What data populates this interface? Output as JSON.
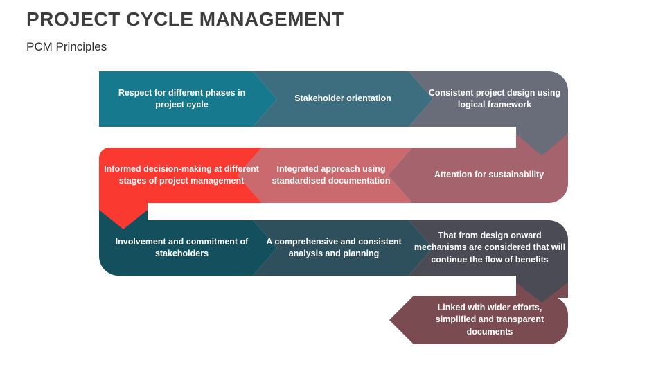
{
  "slide": {
    "title": "PROJECT CYCLE MANAGEMENT",
    "subtitle": "PCM Principles"
  },
  "colors": {
    "teal": "#17798e",
    "slate": "#3d6e80",
    "gray": "#696c79",
    "red": "#fa3a31",
    "salmon": "#cb6a6e",
    "mauve": "#a4636d",
    "teal_dark": "#134f5d",
    "slate_dark": "#2d505c",
    "gray_dark": "#4b4b56",
    "mauve_dark": "#7b4b52",
    "title_text": "#3d3d3d",
    "label_text": "#ffffff"
  },
  "diagram": {
    "rows": [
      {
        "direction": "right",
        "segments": [
          {
            "label": "Respect for different phases in project cycle",
            "color": "#17798e"
          },
          {
            "label": "Stakeholder orientation",
            "color": "#3d6e80"
          },
          {
            "label": "Consistent project design using logical framework",
            "color": "#696c79"
          }
        ]
      },
      {
        "direction": "left",
        "segments": [
          {
            "label": "Informed decision-making at different stages of project management",
            "color": "#fa3a31"
          },
          {
            "label": "Integrated approach using standardised documentation",
            "color": "#cb6a6e"
          },
          {
            "label": "Attention for sustainability",
            "color": "#a4636d"
          }
        ]
      },
      {
        "direction": "right",
        "segments": [
          {
            "label": "Involvement and commitment of stakeholders",
            "color": "#134f5d"
          },
          {
            "label": "A comprehensive and consistent analysis and planning",
            "color": "#2d505c"
          },
          {
            "label": "That from design onward mechanisms are considered that will continue the flow of benefits",
            "color": "#4b4b56"
          }
        ]
      },
      {
        "direction": "left",
        "segments": [
          {
            "label": "Linked with wider efforts, simplified and transparent documents",
            "color": "#7b4b52"
          }
        ]
      }
    ]
  }
}
